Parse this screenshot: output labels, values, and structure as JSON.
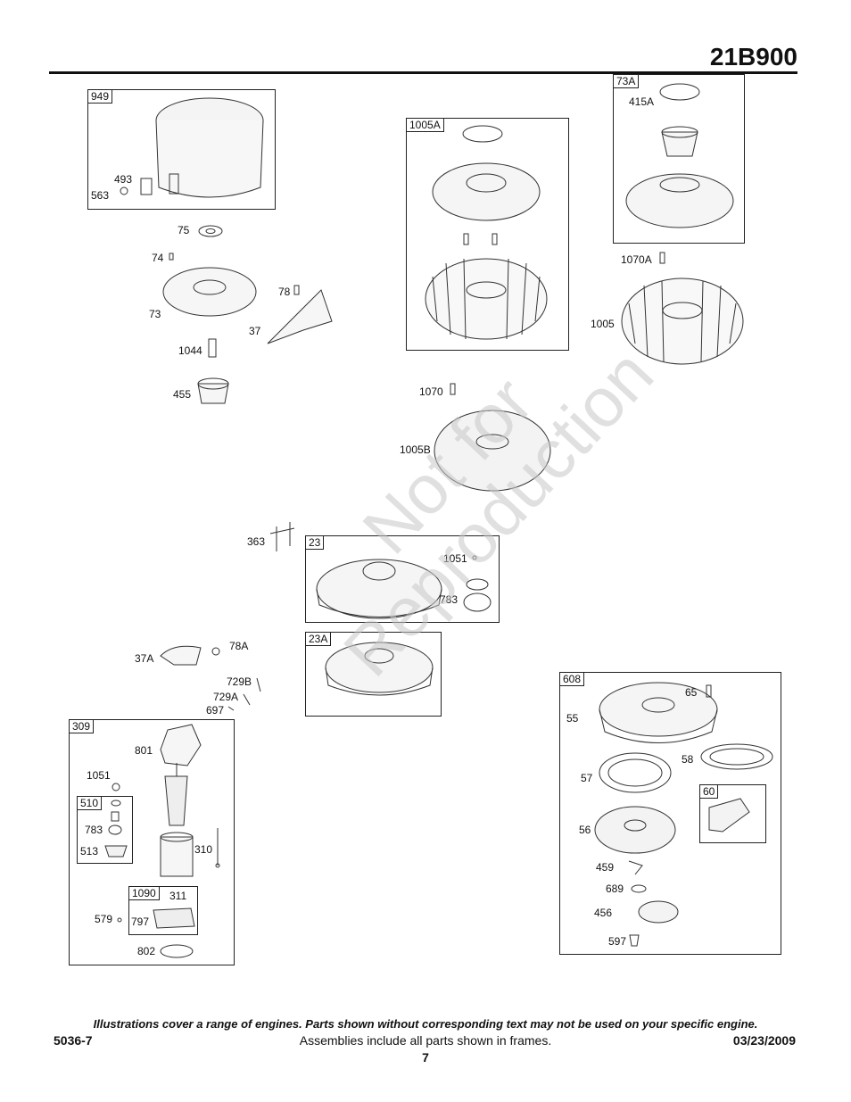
{
  "header": {
    "model": "21B900"
  },
  "frames": [
    {
      "tag": "949"
    },
    {
      "tag": "1005A"
    },
    {
      "tag": "73A"
    },
    {
      "tag": "23"
    },
    {
      "tag": "23A"
    },
    {
      "tag": "309"
    },
    {
      "tag": "510"
    },
    {
      "tag": "1090"
    },
    {
      "tag": "608"
    },
    {
      "tag": "60"
    }
  ],
  "labels": [
    "493",
    "563",
    "75",
    "74",
    "73",
    "78",
    "37",
    "1044",
    "455",
    "415A",
    "1070A",
    "1005",
    "1070",
    "1005B",
    "363",
    "1051",
    "783",
    "78A",
    "37A",
    "729B",
    "729A",
    "697",
    "801",
    "1051",
    "783",
    "513",
    "310",
    "311",
    "797",
    "579",
    "802",
    "65",
    "55",
    "58",
    "57",
    "56",
    "459",
    "689",
    "456",
    "597"
  ],
  "watermark": {
    "line1": "Not for",
    "line2": "Reproduction"
  },
  "footer": {
    "note": "Illustrations cover a range of engines. Parts shown without corresponding text may not be used on your specific engine.",
    "doc_number": "5036-7",
    "assemblies": "Assemblies include all parts shown in frames.",
    "date": "03/23/2009",
    "page": "7"
  }
}
